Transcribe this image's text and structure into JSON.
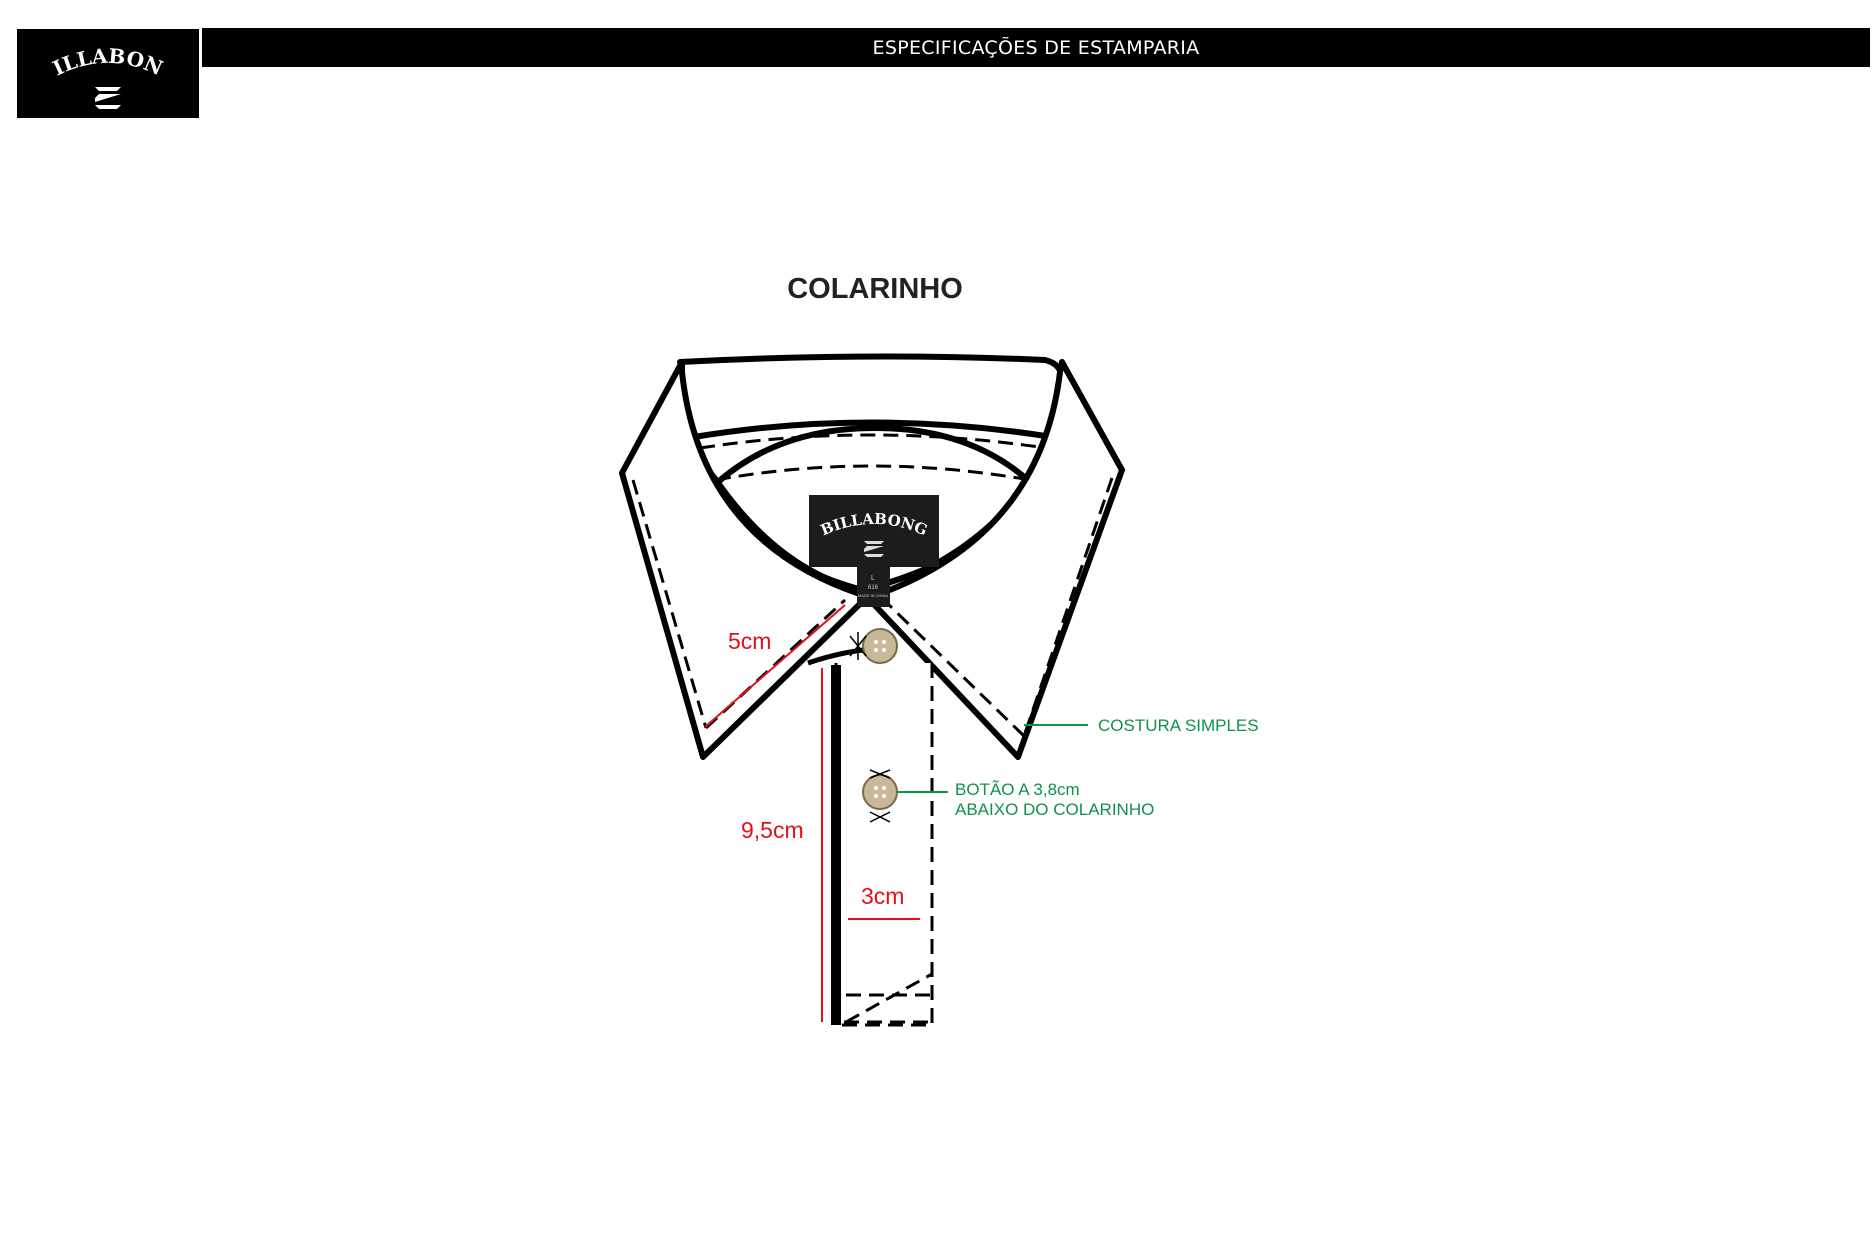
{
  "header": {
    "title": "ESPECIFICAÇÕES DE ESTAMPARIA",
    "brand_logo": "BILLABONG"
  },
  "section": {
    "title": "COLARINHO"
  },
  "label_tag": {
    "brand": "BILLABONG",
    "size": "L",
    "code": "616",
    "origin": "MADE IN CHINA"
  },
  "dimensions": {
    "collar_point": "5cm",
    "placket_length": "9,5cm",
    "placket_width": "3cm"
  },
  "annotations": {
    "stitch": "COSTURA SIMPLES",
    "button_line1": "BOTÃO A 3,8cm",
    "button_line2": "ABAIXO DO COLARINHO"
  },
  "colors": {
    "header_bg": "#000000",
    "dimension": "#e3101b",
    "annotation": "#11914a",
    "button": "#c8b89a"
  }
}
